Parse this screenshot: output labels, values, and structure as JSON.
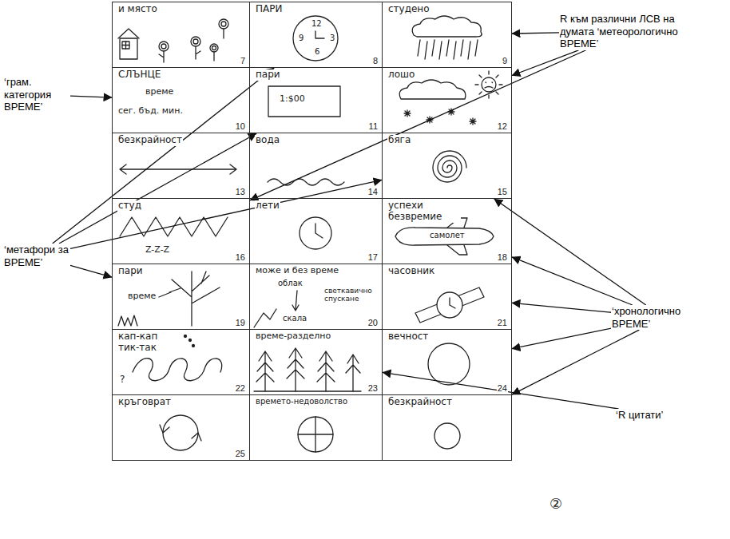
{
  "diagram": {
    "nodes": [
      {
        "text": [
          "и място",
          "7"
        ]
      },
      {
        "text": [
          "ПАРИ",
          "12",
          "3",
          "6",
          "9",
          "8"
        ]
      },
      {
        "text": [
          "студено",
          "9"
        ]
      },
      {
        "text": [
          "СЛЪНЦЕ",
          "време",
          "сег. бъд. мин.",
          "10"
        ]
      },
      {
        "text": [
          "пари",
          "1:$00",
          "11"
        ]
      },
      {
        "text": [
          "лошо",
          "12"
        ]
      },
      {
        "text": [
          "безкрайност",
          "13"
        ]
      },
      {
        "text": [
          "вода",
          "14"
        ]
      },
      {
        "text": [
          "бяга",
          "15"
        ]
      },
      {
        "text": [
          "студ",
          "Z-Z-Z",
          "16"
        ]
      },
      {
        "text": [
          "лети",
          "17"
        ]
      },
      {
        "text": [
          "успехи безвремие",
          "самолет",
          "18"
        ]
      },
      {
        "text": [
          "пари",
          "време",
          "19"
        ]
      },
      {
        "text": [
          "може и без време",
          "облак",
          "светкавично спускане",
          "скала",
          "20"
        ]
      },
      {
        "text": [
          "часовник",
          "21"
        ]
      },
      {
        "text": [
          "кап-кап тик-так",
          "?",
          "22"
        ]
      },
      {
        "text": [
          "време-разделно",
          "23"
        ]
      },
      {
        "text": [
          "вечност",
          "24"
        ]
      },
      {
        "text": [
          "кръговрат",
          "25"
        ]
      },
      {
        "text": [
          "времето-недоволство"
        ]
      },
      {
        "text": [
          "безкрайност"
        ]
      },
      {
        "text": [
          "‘грам. категория ВРЕМЕ’"
        ]
      },
      {
        "text": [
          "‘метафори за ВРЕМЕ’"
        ]
      },
      {
        "text": [
          "R към различни ЛСВ на думата ‘метеорологично ВРЕМЕ’"
        ]
      },
      {
        "text": [
          "‘хронологично ВРЕМЕ’"
        ]
      },
      {
        "text": [
          "‘R цитати’"
        ]
      }
    ],
    "edges": [
      {
        "from": 21,
        "to": 3,
        "arrow": "to"
      },
      {
        "from": 22,
        "to": 1,
        "arrow": "to"
      },
      {
        "from": 22,
        "to": 4,
        "arrow": "to"
      },
      {
        "from": 22,
        "to": 8,
        "arrow": "to"
      },
      {
        "from": 22,
        "to": 12,
        "arrow": "to"
      },
      {
        "from": 23,
        "to": 2,
        "arrow": "to"
      },
      {
        "from": 23,
        "to": 5,
        "arrow": "to"
      },
      {
        "from": 23,
        "to": 9,
        "arrow": "to"
      },
      {
        "from": 24,
        "to": 8,
        "arrow": "to"
      },
      {
        "from": 24,
        "to": 11,
        "arrow": "to"
      },
      {
        "from": 24,
        "to": 14,
        "arrow": "to"
      },
      {
        "from": 24,
        "to": 17,
        "arrow": "to"
      },
      {
        "from": 24,
        "to": 20,
        "arrow": "to"
      },
      {
        "from": 25,
        "to": 16,
        "arrow": "to"
      }
    ],
    "labels": [
      "②"
    ]
  }
}
